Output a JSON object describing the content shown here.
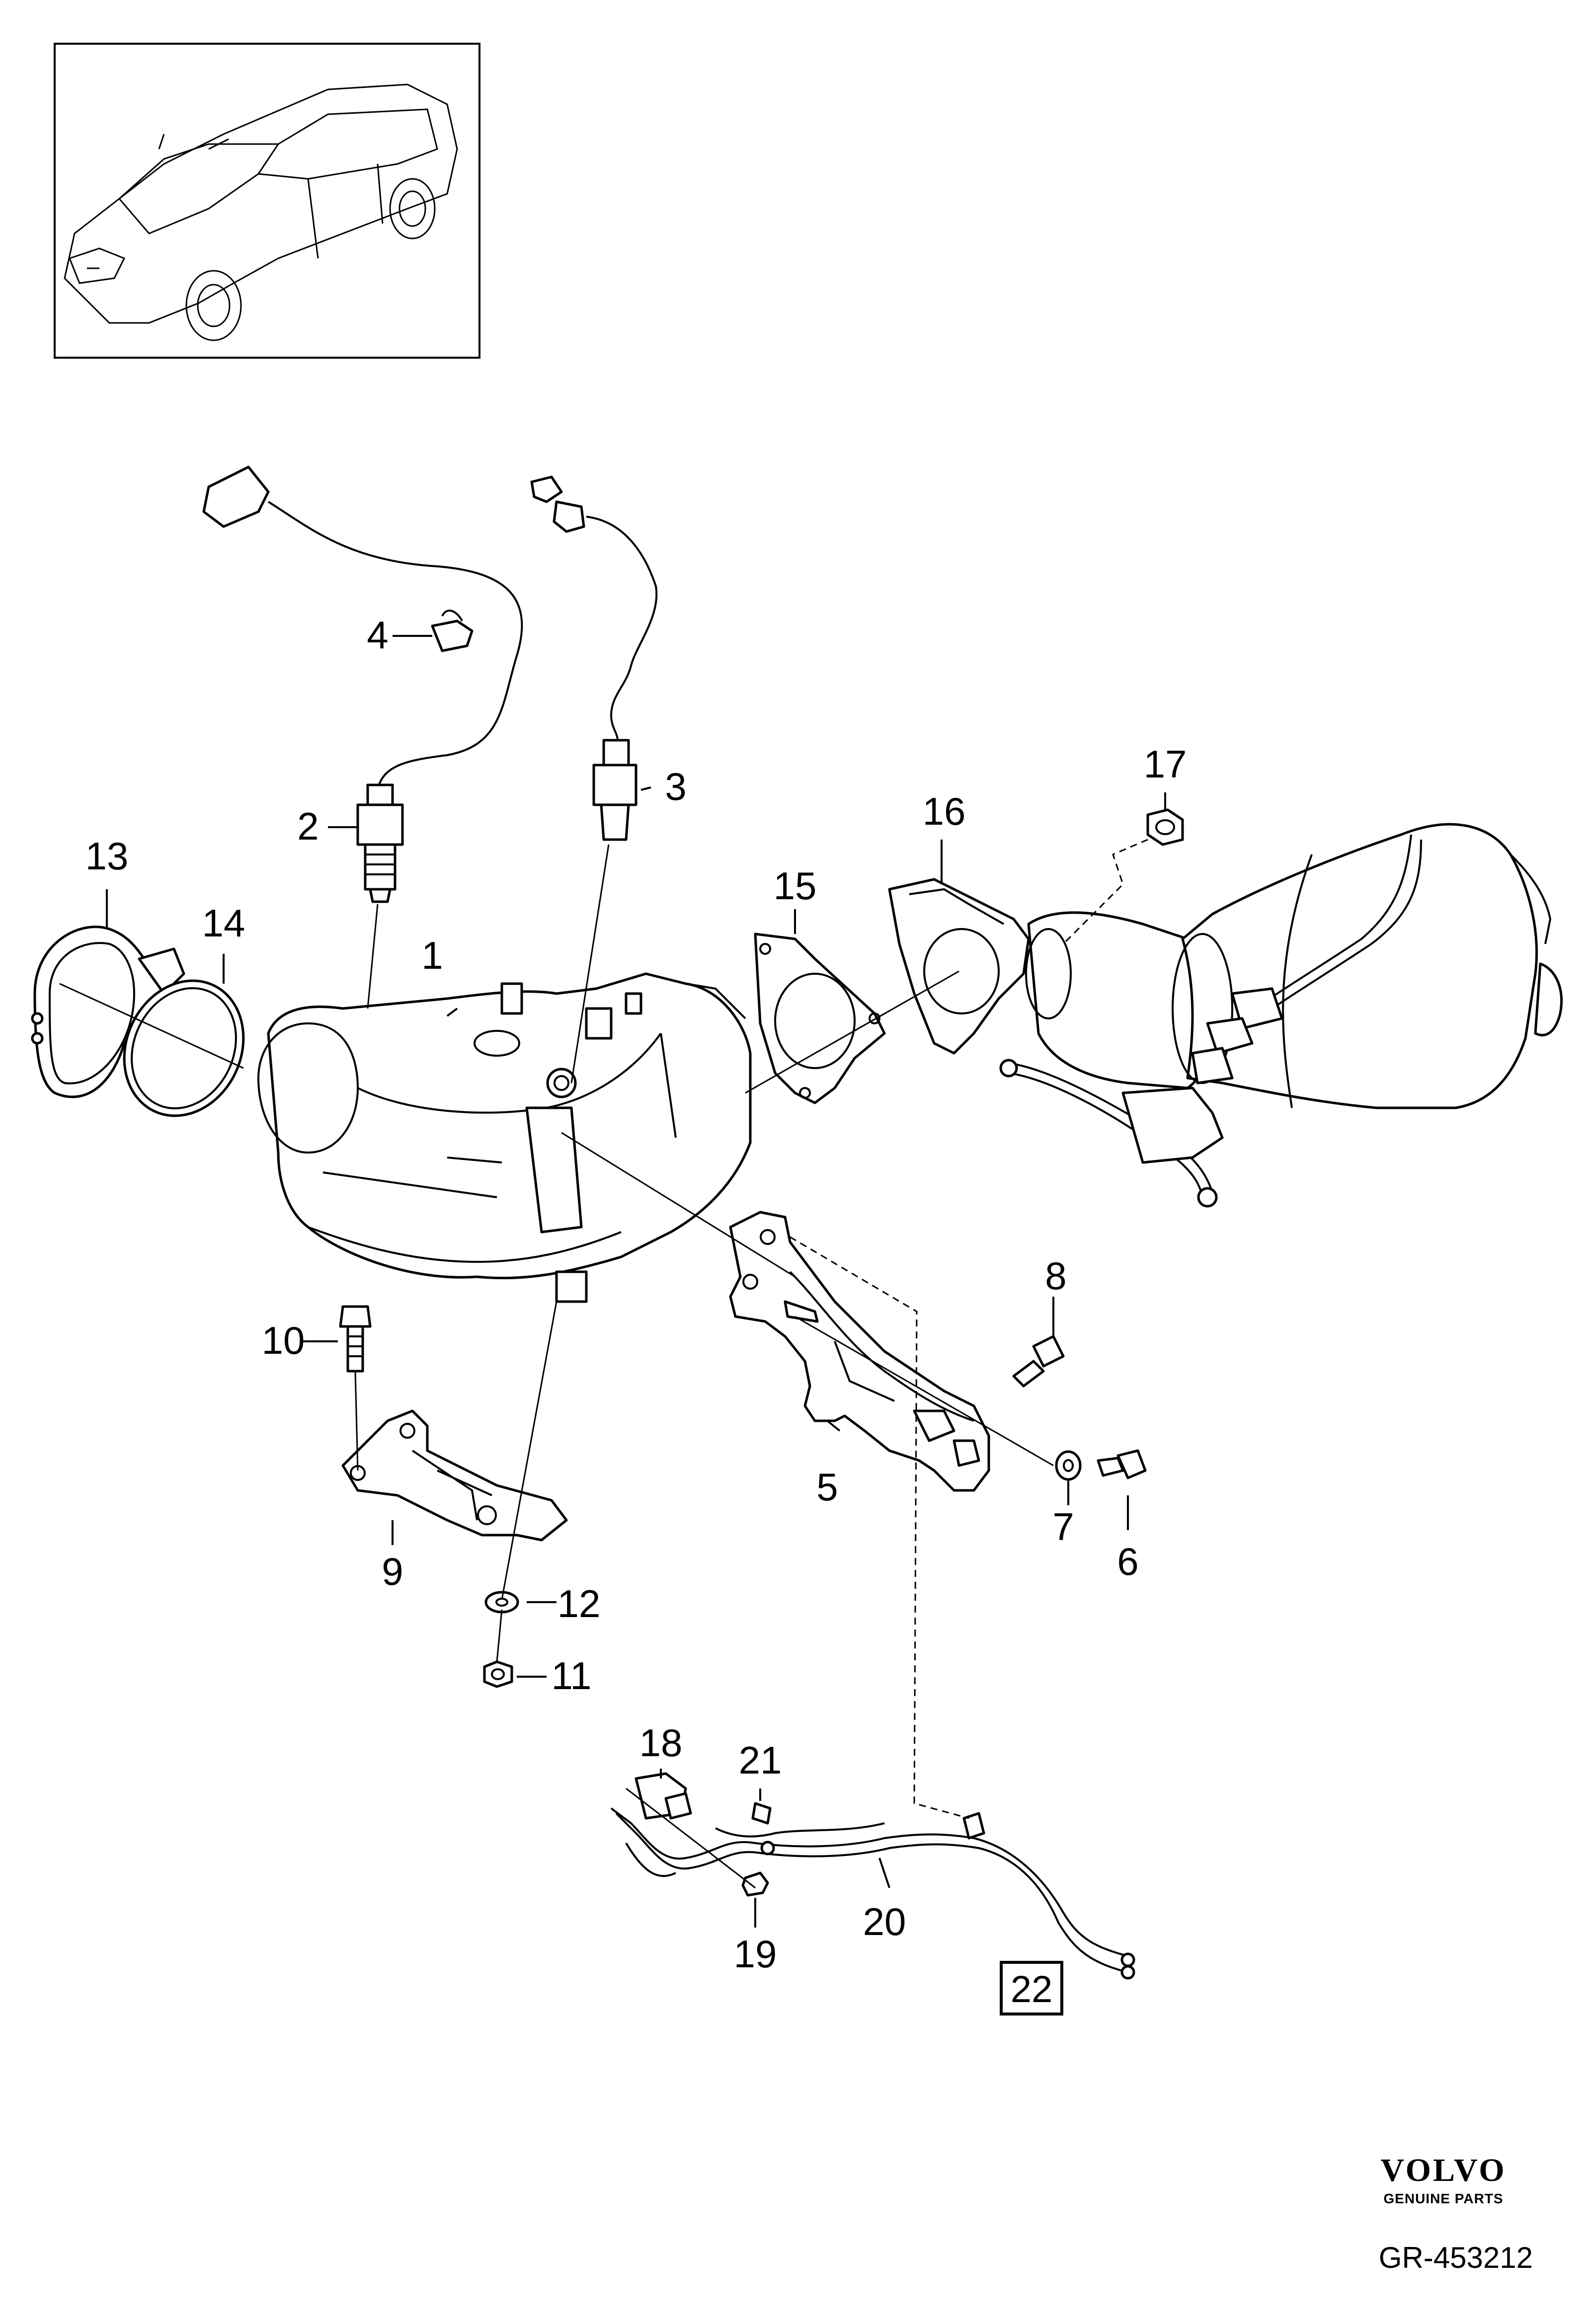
{
  "callouts": [
    "1",
    "2",
    "3",
    "4",
    "5",
    "6",
    "7",
    "8",
    "9",
    "10",
    "11",
    "12",
    "13",
    "14",
    "15",
    "16",
    "17",
    "18",
    "19",
    "20",
    "21"
  ],
  "boxed_label": "22",
  "brand": {
    "name": "VOLVO",
    "subtitle": "GENUINE PARTS"
  },
  "diagram_code": "GR-453212"
}
